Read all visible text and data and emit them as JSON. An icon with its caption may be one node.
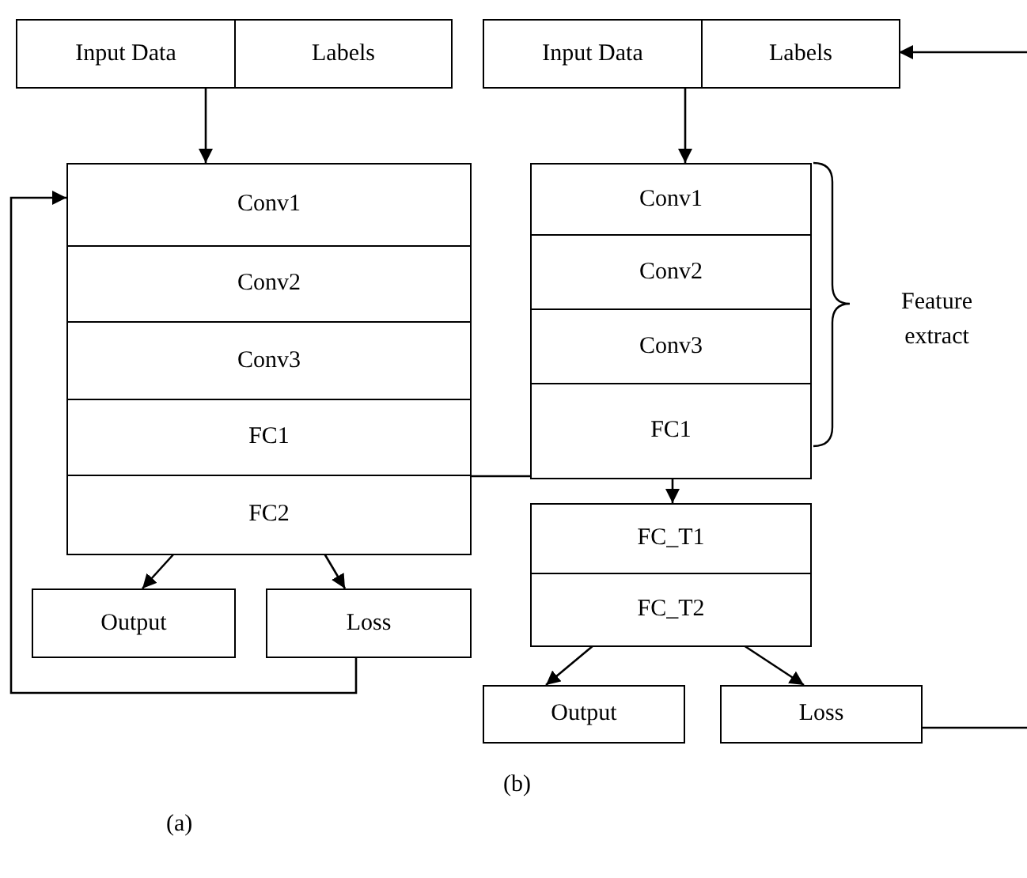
{
  "diagram": {
    "nodes": [
      {
        "text": [
          "Input Data"
        ]
      },
      {
        "text": [
          "Labels"
        ]
      },
      {
        "text": [
          "Conv1"
        ]
      },
      {
        "text": [
          "Conv2"
        ]
      },
      {
        "text": [
          "Conv3"
        ]
      },
      {
        "text": [
          "FC1"
        ]
      },
      {
        "text": [
          "FC2"
        ]
      },
      {
        "text": [
          "Output"
        ]
      },
      {
        "text": [
          "Loss"
        ]
      },
      {
        "text": [
          "Input Data"
        ]
      },
      {
        "text": [
          "Labels"
        ]
      },
      {
        "text": [
          "Conv1"
        ]
      },
      {
        "text": [
          "Conv2"
        ]
      },
      {
        "text": [
          "Conv3"
        ]
      },
      {
        "text": [
          "FC1"
        ]
      },
      {
        "text": [
          "FC_T1"
        ]
      },
      {
        "text": [
          "FC_T2"
        ]
      },
      {
        "text": [
          "Output"
        ]
      },
      {
        "text": [
          "Loss"
        ]
      }
    ],
    "edges": [
      {
        "from": 0,
        "to": 2,
        "arrow": "to"
      },
      {
        "from": 6,
        "to": 7,
        "arrow": "to"
      },
      {
        "from": 6,
        "to": 8,
        "arrow": "to"
      },
      {
        "from": 8,
        "to": 2,
        "arrow": "to"
      },
      {
        "from": 9,
        "to": 11,
        "arrow": "to"
      },
      {
        "from": 5,
        "to": 14,
        "arrow": "none"
      },
      {
        "from": 14,
        "to": 15,
        "arrow": "to"
      },
      {
        "from": 16,
        "to": 17,
        "arrow": "to"
      },
      {
        "from": 16,
        "to": 18,
        "arrow": "to"
      },
      {
        "from": 18,
        "to": null,
        "arrow": "none"
      },
      {
        "from": null,
        "to": 10,
        "arrow": "to"
      }
    ],
    "labels": [
      "Feature extract",
      "(a)",
      "(b)"
    ]
  }
}
